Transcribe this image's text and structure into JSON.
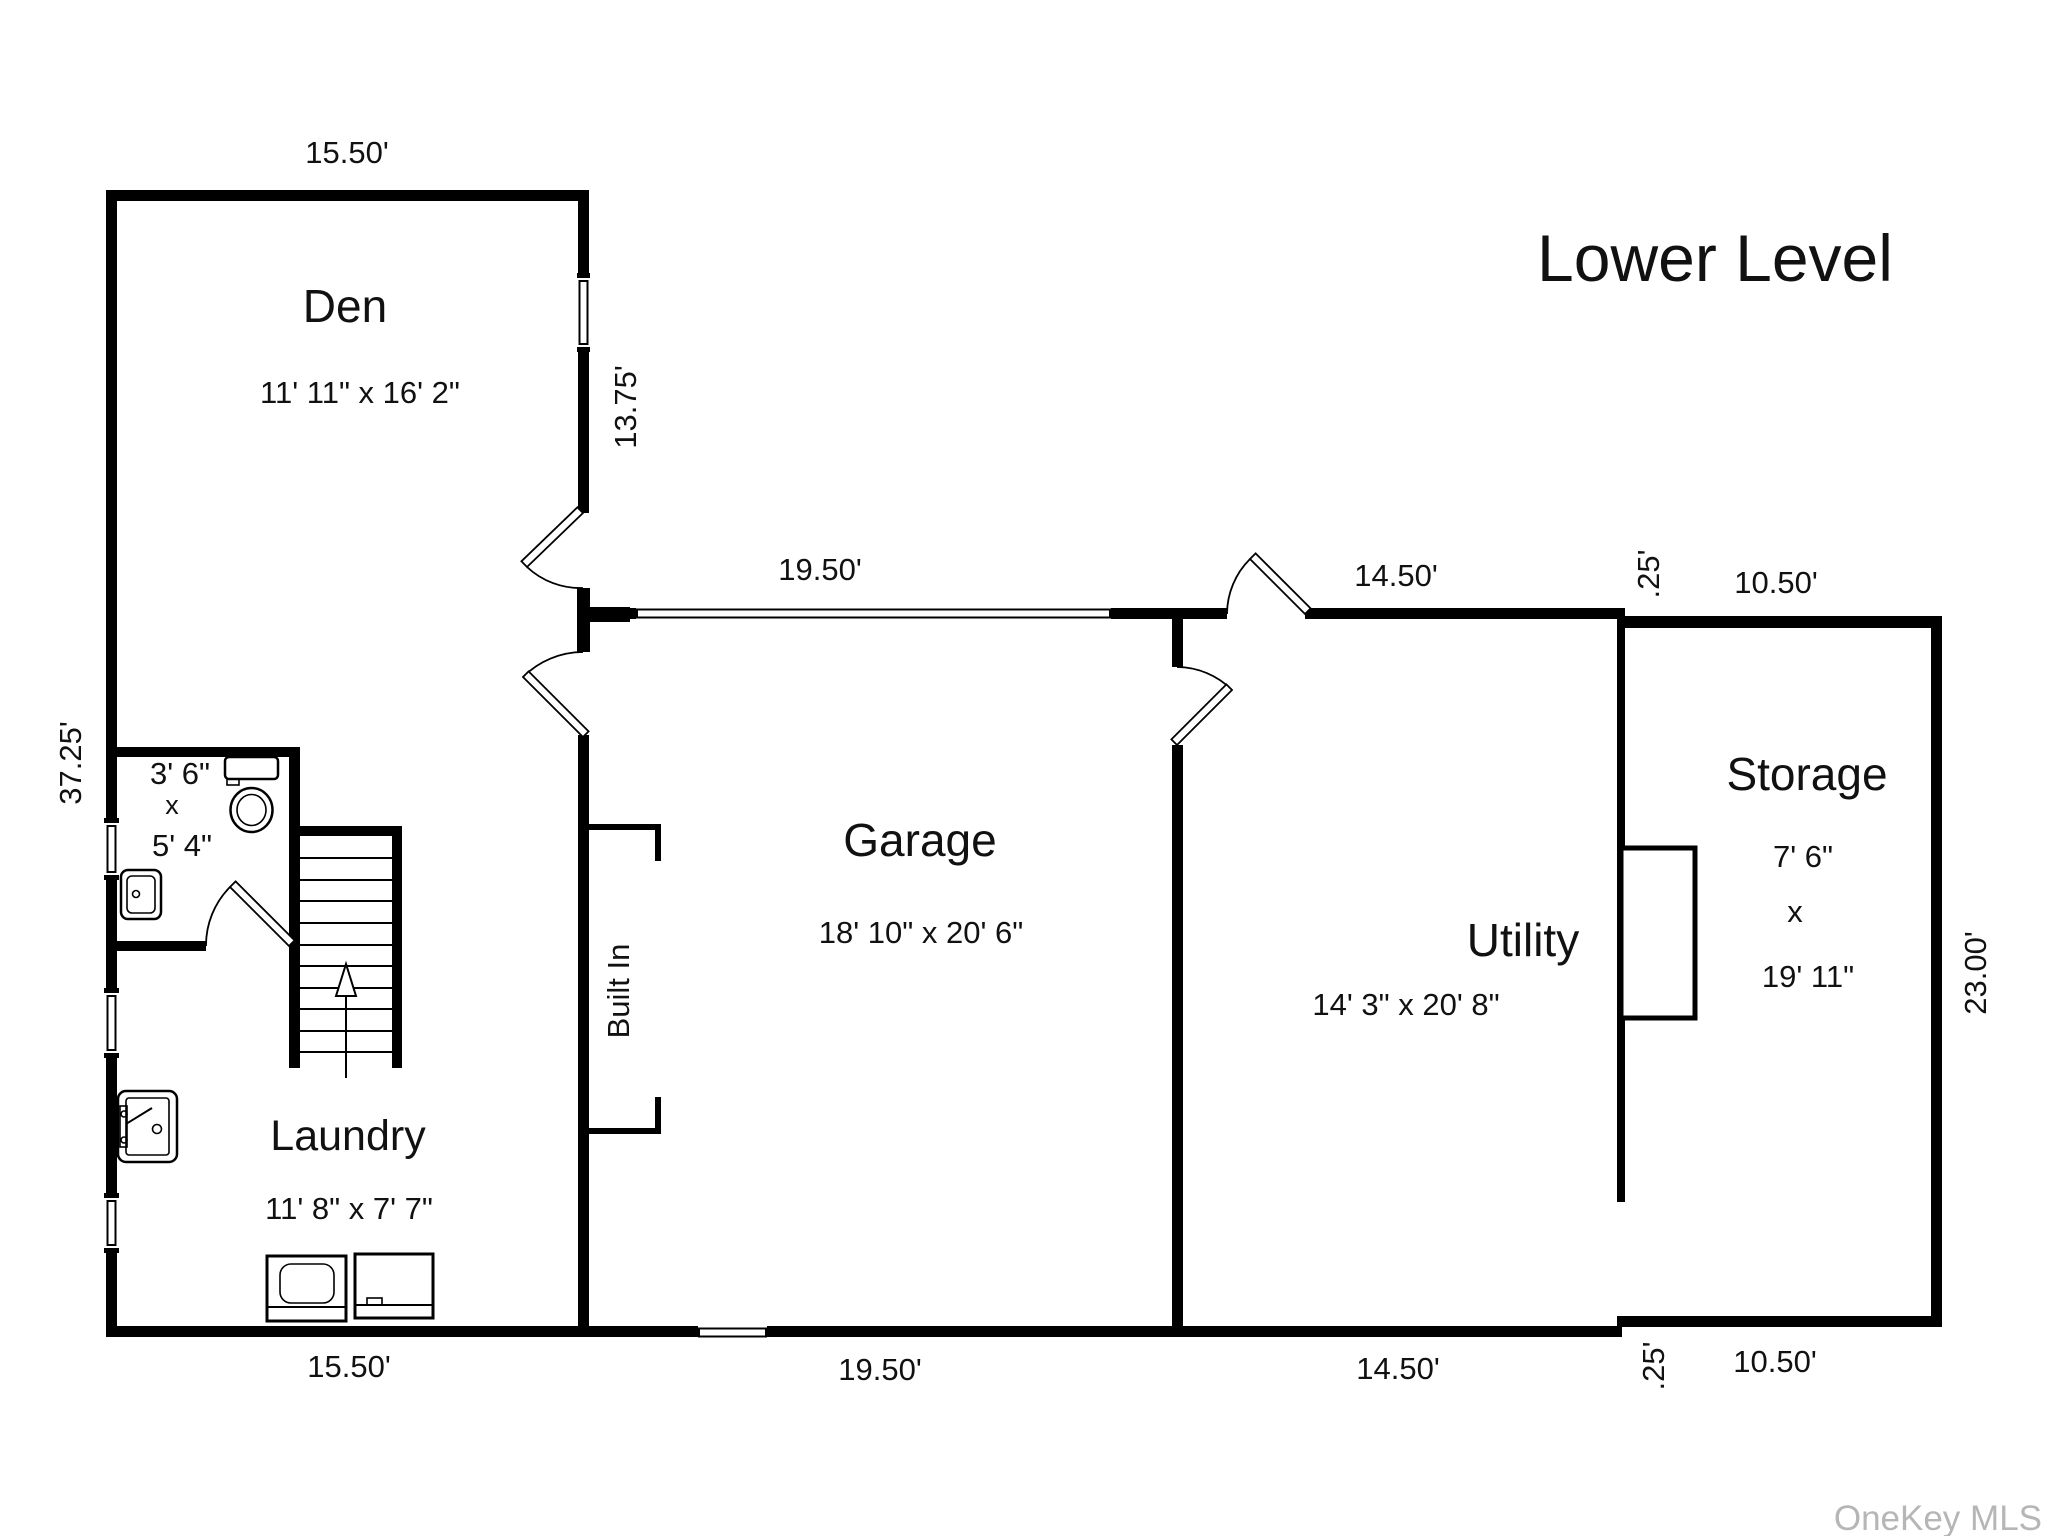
{
  "title": "Lower Level",
  "watermark": "OneKey MLS",
  "colors": {
    "wall": "#000000",
    "background": "#ffffff",
    "watermark_gray": "#b6b6b6"
  },
  "rooms": {
    "den": {
      "name": "Den",
      "dims": "11' 11\" x 16' 2\""
    },
    "garage": {
      "name": "Garage",
      "dims": "18' 10\" x 20' 6\""
    },
    "utility": {
      "name": "Utility",
      "dims": "14' 3\" x 20' 8\""
    },
    "storage": {
      "name": "Storage",
      "width": "7' 6\"",
      "sep": "x",
      "length": "19' 11\""
    },
    "laundry": {
      "name": "Laundry",
      "dims": "11' 8\" x 7' 7\""
    },
    "bathroom": {
      "width": "3' 6\"",
      "sep": "x",
      "length": "5' 4\""
    }
  },
  "labels": {
    "built_in": "Built In"
  },
  "dims": {
    "den_top": "15.50'",
    "den_bottom": "15.50'",
    "den_right": "13.75'",
    "left_total": "37.25'",
    "garage_top": "19.50'",
    "garage_bottom": "19.50'",
    "utility_top": "14.50'",
    "utility_bottom": "14.50'",
    "offset_top": ".25'",
    "offset_bottom": ".25'",
    "storage_top": "10.50'",
    "storage_bottom": "10.50'",
    "storage_right": "23.00'"
  }
}
